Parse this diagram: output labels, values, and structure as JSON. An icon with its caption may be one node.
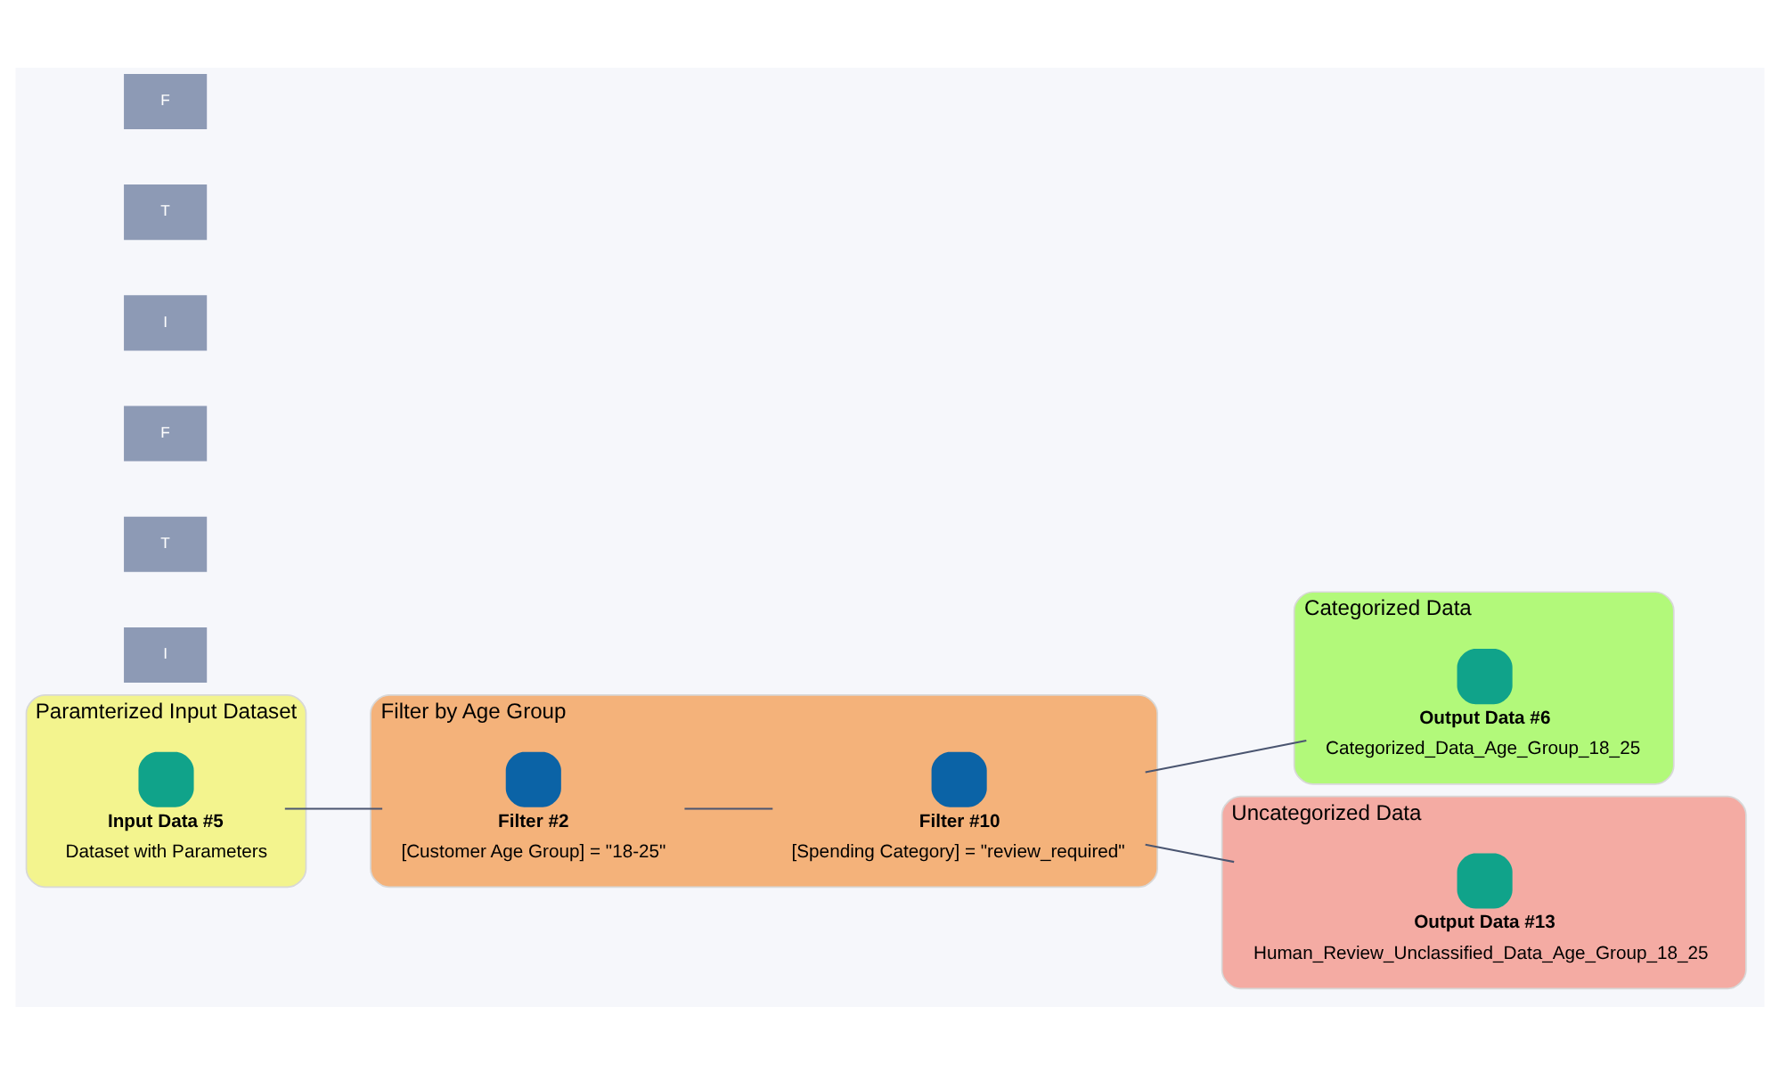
{
  "diagram": {
    "nodes": [
      {
        "text": [
          "Paramterized Input Dataset"
        ]
      },
      {
        "text": [
          "Input Data #5",
          "Dataset with Parameters"
        ],
        "in": 0
      },
      {
        "text": [
          "Filter by Age Group"
        ]
      },
      {
        "text": [
          "Filter #2",
          "[Customer Age Group] = \"18-25\""
        ],
        "in": 2
      },
      {
        "text": [
          "Filter #10",
          "[Spending Category] = \"review_required\""
        ],
        "in": 2
      },
      {
        "text": [
          "Categorized Data"
        ]
      },
      {
        "text": [
          "Output Data #6",
          "Categorized_Data_Age_Group_18_25"
        ],
        "in": 5
      },
      {
        "text": [
          "Uncategorized Data"
        ]
      },
      {
        "text": [
          "Output Data #13",
          "Human_Review_Unclassified_Data_Age_Group_18_25"
        ],
        "in": 7
      }
    ],
    "edges": [
      {
        "from": 1,
        "to": 3,
        "arrow": "none"
      },
      {
        "from": 3,
        "to": 4,
        "arrow": "none"
      },
      {
        "from": 4,
        "to": 6,
        "arrow": "none"
      },
      {
        "from": 4,
        "to": 8,
        "arrow": "none"
      }
    ],
    "labels": [
      "I",
      "T",
      "F",
      "I",
      "T",
      "F"
    ]
  }
}
